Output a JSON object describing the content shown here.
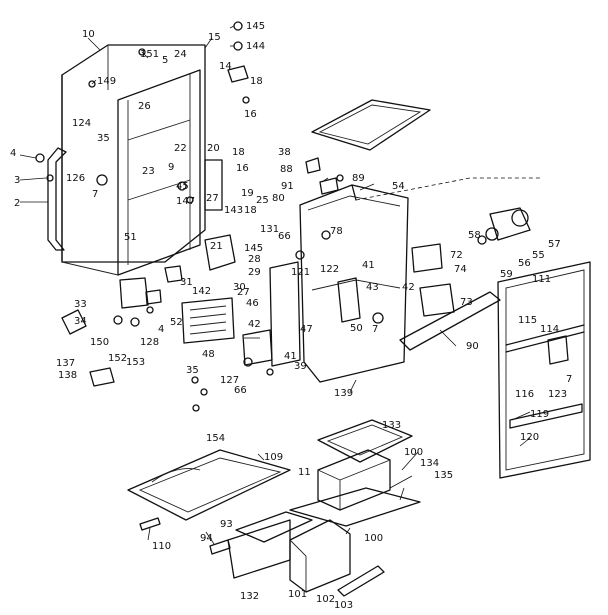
{
  "labels": [
    "10",
    "15",
    "145",
    "144",
    "14",
    "18",
    "16",
    "151",
    "5",
    "24",
    "149",
    "26",
    "124",
    "35",
    "4",
    "3",
    "126",
    "2",
    "7",
    "23",
    "22",
    "9",
    "20",
    "18",
    "16",
    "45",
    "147",
    "19",
    "25",
    "27",
    "18",
    "80",
    "51",
    "21",
    "143",
    "131",
    "145",
    "28",
    "29",
    "30",
    "31",
    "142",
    "52",
    "33",
    "34",
    "150",
    "152",
    "153",
    "4",
    "128",
    "137",
    "138",
    "48",
    "27",
    "46",
    "42",
    "47",
    "41",
    "39",
    "127",
    "66",
    "35",
    "154",
    "38",
    "88",
    "91",
    "89",
    "54",
    "66",
    "78",
    "121",
    "122",
    "41",
    "43",
    "50",
    "7",
    "42",
    "73",
    "72",
    "74",
    "58",
    "55",
    "56",
    "57",
    "59",
    "111",
    "115",
    "114",
    "90",
    "116",
    "123",
    "7",
    "119",
    "120",
    "139",
    "109",
    "110",
    "133",
    "100",
    "11",
    "134",
    "135",
    "94",
    "93",
    "100",
    "132",
    "101",
    "102",
    "103"
  ]
}
